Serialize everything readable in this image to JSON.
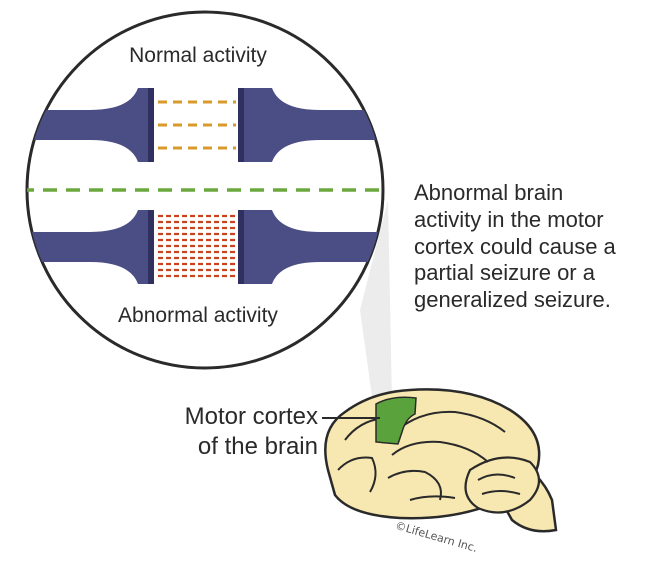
{
  "labels": {
    "normal_activity": "Normal activity",
    "abnormal_activity": "Abnormal activity",
    "caption_lines": [
      "Abnormal brain",
      "activity in the motor",
      "cortex could cause a",
      "partial seizure or a",
      "generalized seizure."
    ],
    "motor_cortex_lines": [
      "Motor cortex",
      "of the brain"
    ],
    "copyright": "©LifeLearn Inc."
  },
  "colors": {
    "neuron": "#4b4d85",
    "neuron_dark": "#2f3060",
    "normal_signal": "#d99a2b",
    "abnormal_signal": "#c8431f",
    "divider": "#6aa83e",
    "brain_fill": "#f7e7b0",
    "motor_cortex": "#5aa33c",
    "outline": "#2a2a2a"
  }
}
